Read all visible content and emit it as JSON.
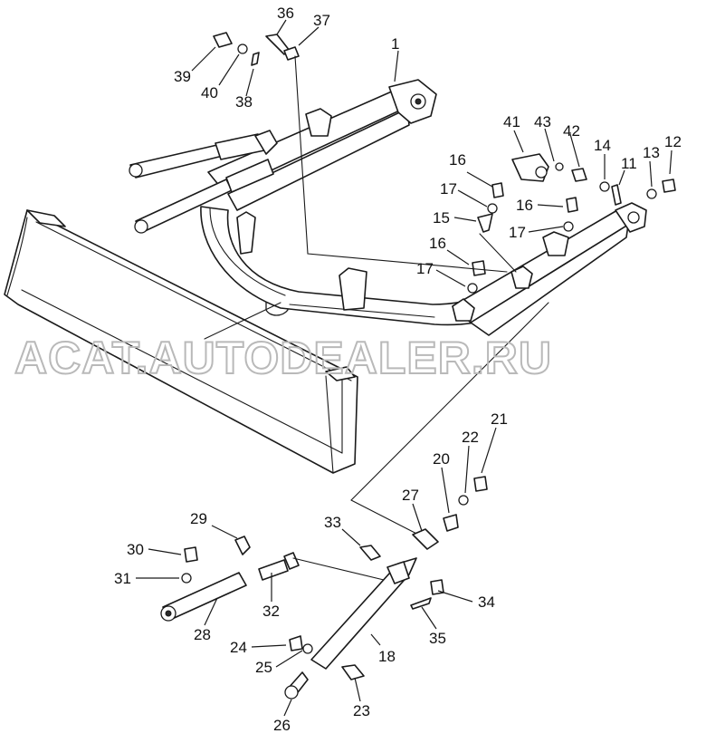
{
  "watermark": "ACAT.AUTODEALER.RU",
  "callouts": [
    {
      "id": "c1",
      "label": "1"
    },
    {
      "id": "c11",
      "label": "11"
    },
    {
      "id": "c12",
      "label": "12"
    },
    {
      "id": "c13",
      "label": "13"
    },
    {
      "id": "c14",
      "label": "14"
    },
    {
      "id": "c15",
      "label": "15"
    },
    {
      "id": "c16a",
      "label": "16"
    },
    {
      "id": "c16b",
      "label": "16"
    },
    {
      "id": "c16c",
      "label": "16"
    },
    {
      "id": "c17a",
      "label": "17"
    },
    {
      "id": "c17b",
      "label": "17"
    },
    {
      "id": "c17c",
      "label": "17"
    },
    {
      "id": "c18",
      "label": "18"
    },
    {
      "id": "c20",
      "label": "20"
    },
    {
      "id": "c21",
      "label": "21"
    },
    {
      "id": "c22",
      "label": "22"
    },
    {
      "id": "c23",
      "label": "23"
    },
    {
      "id": "c24",
      "label": "24"
    },
    {
      "id": "c25",
      "label": "25"
    },
    {
      "id": "c26",
      "label": "26"
    },
    {
      "id": "c27",
      "label": "27"
    },
    {
      "id": "c28",
      "label": "28"
    },
    {
      "id": "c29",
      "label": "29"
    },
    {
      "id": "c30",
      "label": "30"
    },
    {
      "id": "c31",
      "label": "31"
    },
    {
      "id": "c32",
      "label": "32"
    },
    {
      "id": "c33",
      "label": "33"
    },
    {
      "id": "c34",
      "label": "34"
    },
    {
      "id": "c35",
      "label": "35"
    },
    {
      "id": "c36",
      "label": "36"
    },
    {
      "id": "c37",
      "label": "37"
    },
    {
      "id": "c38",
      "label": "38"
    },
    {
      "id": "c39",
      "label": "39"
    },
    {
      "id": "c40",
      "label": "40"
    },
    {
      "id": "c41",
      "label": "41"
    },
    {
      "id": "c42",
      "label": "42"
    },
    {
      "id": "c43",
      "label": "43"
    }
  ]
}
